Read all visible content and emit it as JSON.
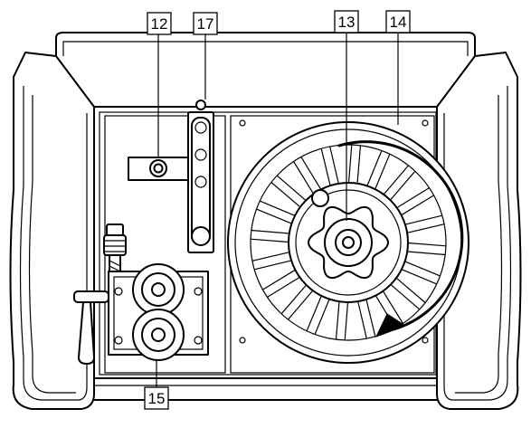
{
  "callouts": [
    {
      "id": "c12",
      "label": "12",
      "part": "gas-connector"
    },
    {
      "id": "c17",
      "label": "17",
      "part": "wire-guide-window"
    },
    {
      "id": "c13",
      "label": "13",
      "part": "spool-hub-knob"
    },
    {
      "id": "c14",
      "label": "14",
      "part": "wire-spool"
    },
    {
      "id": "c15",
      "label": "15",
      "part": "wire-feed-drive-rolls"
    }
  ],
  "colors": {
    "line": "#000000",
    "fill": "#ffffff"
  }
}
